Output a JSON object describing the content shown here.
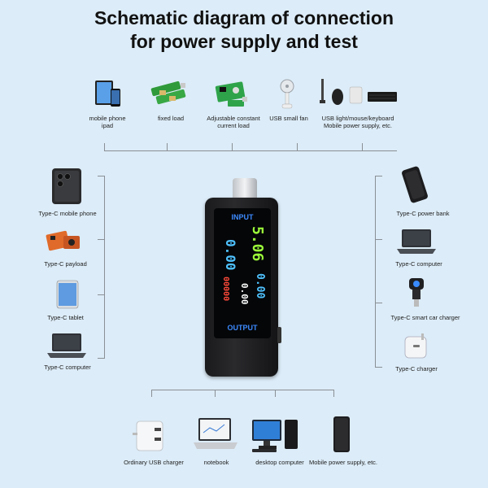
{
  "title_line1": "Schematic diagram of connection",
  "title_line2": "for power supply and test",
  "top_items": [
    {
      "label": "mobile phone\nipad"
    },
    {
      "label": "fixed load"
    },
    {
      "label": "Adjustable constant\ncurrent load"
    },
    {
      "label": "USB small fan"
    },
    {
      "label": "USB light/mouse/keyboard\nMobile power supply, etc."
    }
  ],
  "left_items": [
    {
      "label": "Type-C mobile phone"
    },
    {
      "label": "Type-C payload"
    },
    {
      "label": "Type-C tablet"
    },
    {
      "label": "Type-C computer"
    }
  ],
  "right_items": [
    {
      "label": "Type-C power bank"
    },
    {
      "label": "Type-C computer"
    },
    {
      "label": "Type-C smart car charger"
    },
    {
      "label": "Type-C charger"
    }
  ],
  "bottom_items": [
    {
      "label": "Ordinary USB charger"
    },
    {
      "label": "notebook"
    },
    {
      "label": "desktop computer"
    },
    {
      "label": "Mobile power supply, etc."
    }
  ],
  "device": {
    "input_label": "INPUT",
    "output_label": "OUTPUT",
    "voltage_readout": "5.06",
    "current_readout": "0.00",
    "energy_readout": "00000",
    "small_readout": "0.00",
    "colors": {
      "input": "#3d8bff",
      "voltage": "#9cff3a",
      "current": "#4fc3ff",
      "energy": "#ff4a3a"
    }
  }
}
